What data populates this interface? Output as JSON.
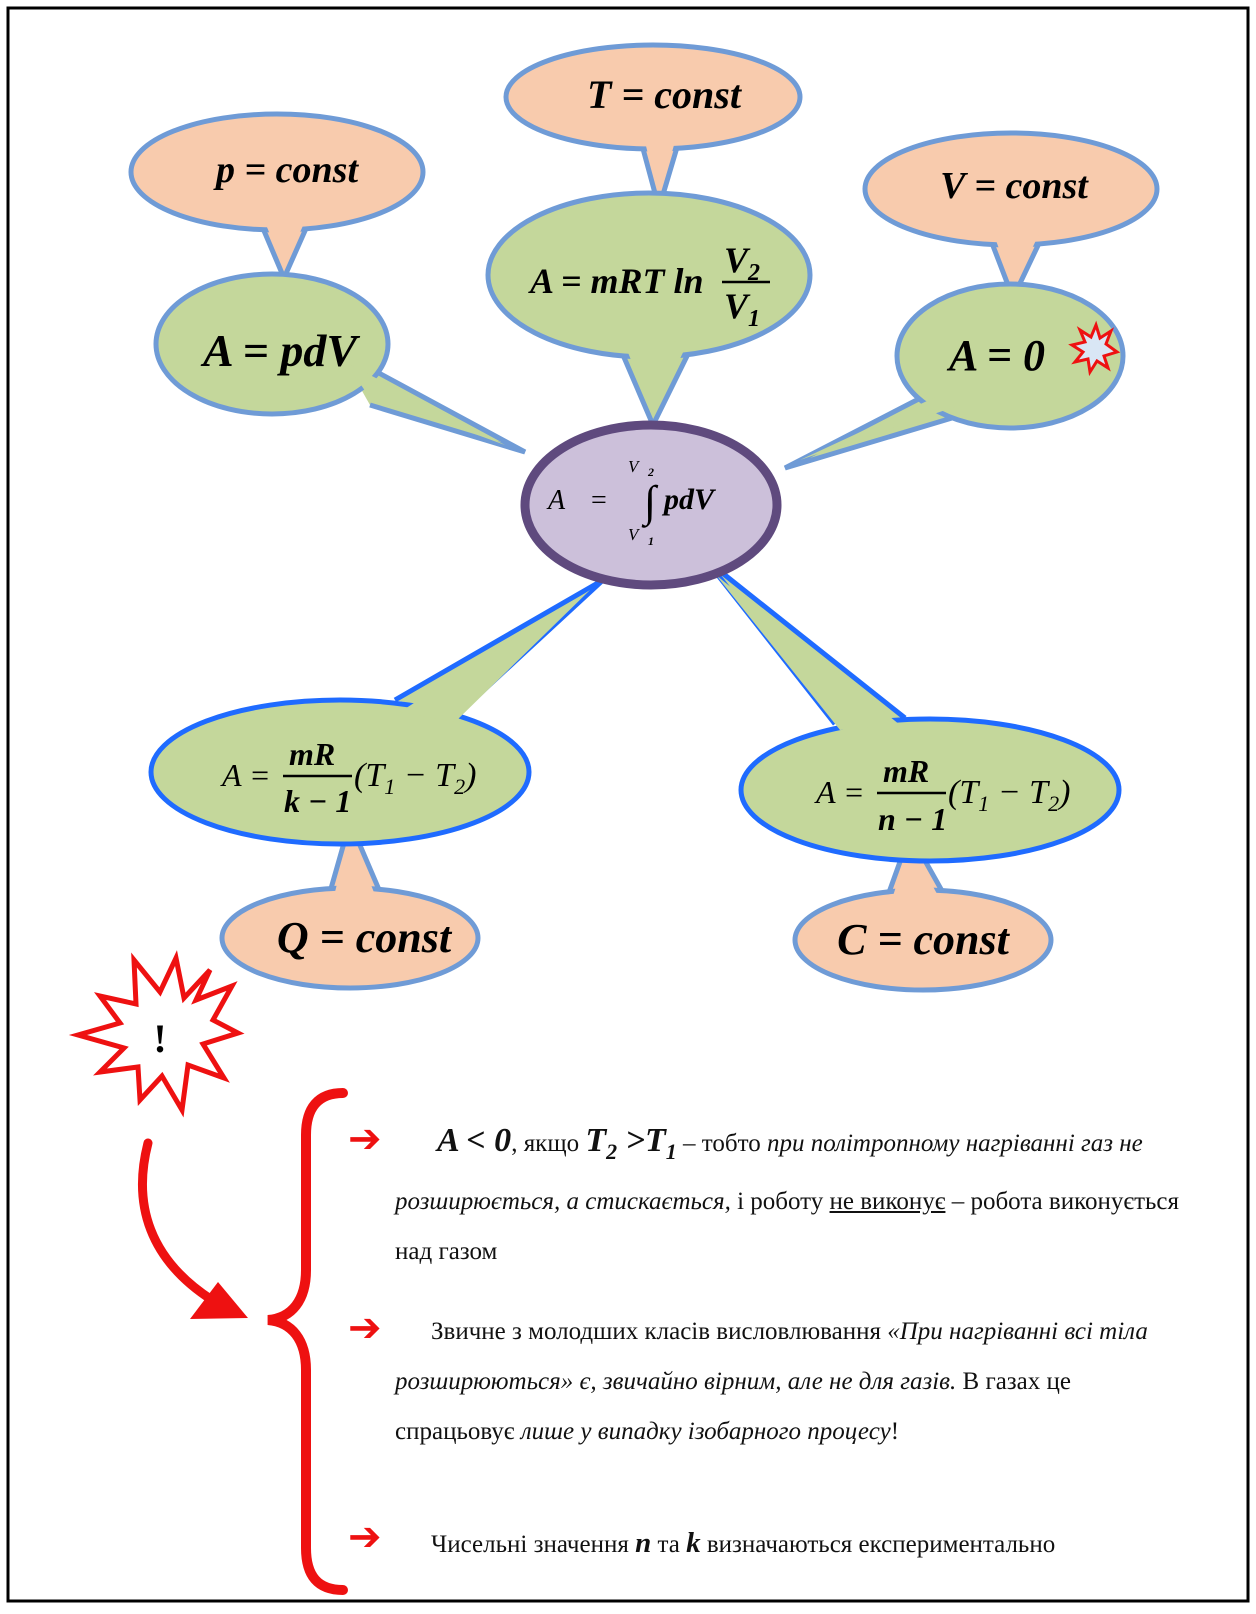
{
  "colors": {
    "peach": "#f8cbad",
    "green": "#c4d79b",
    "purple_fill": "#ccc0da",
    "purple_stroke": "#5f4a7e",
    "bubble_stroke": "#6f9bd6",
    "strong_blue": "#1f6bff",
    "red": "#ee1111"
  },
  "conditions": {
    "p": "p = const",
    "t": "T = const",
    "v": "V  = const",
    "q": "Q = const",
    "c": "C = const"
  },
  "formulas": {
    "isobaric": "A = pdV",
    "isothermal_left": "A = mRT ln",
    "isothermal_num": "V",
    "isothermal_num_sub": "2",
    "isothermal_den": "V",
    "isothermal_den_sub": "1",
    "isochoric": "A = 0",
    "center_lhs": "A",
    "center_eq": "=",
    "center_upper": "V",
    "center_upper_sub": "2",
    "center_lower": "V",
    "center_lower_sub": "1",
    "center_int": "∫",
    "center_body": "pdV",
    "adiabatic_lhs": "A =",
    "adiabatic_num": "mR",
    "adiabatic_den": "k − 1",
    "adiabatic_rhs": "(T",
    "adiabatic_rhs_sub1": "1",
    "adiabatic_rhs_mid": " − T",
    "adiabatic_rhs_sub2": "2",
    "adiabatic_rhs_end": ")",
    "polytropic_lhs": "A =",
    "polytropic_num": "mR",
    "polytropic_den": "n − 1",
    "polytropic_rhs": "(T",
    "polytropic_rhs_sub1": "1",
    "polytropic_rhs_mid": " − T",
    "polytropic_rhs_sub2": "2",
    "polytropic_rhs_end": ")"
  },
  "alert_mark": "!",
  "arrow_glyph": "➔",
  "notes": {
    "n1": {
      "a": "A < 0",
      "comma": ",",
      "if": " якщо ",
      "t2": "T",
      "t2sub": "2",
      "gt": " >",
      "t1": "T",
      "t1sub": "1",
      "dash": " – тобто ",
      "i1": "при політропному нагріванні газ не розширюється, а стискається,",
      "t3": " і роботу ",
      "u": "не виконує",
      "t4": " – робота виконується над газом"
    },
    "n2": {
      "t1": "Звичне з молодших класів висловлювання ",
      "i1": "«При нагріванні всі тіла розширюються» є, звичайно вірним, але не для газів.",
      "t2": " В газах це спрацьовує ",
      "i2": "лише у випадку ізобарного процесу",
      "t3": "!"
    },
    "n3": {
      "t1": "Чисельні значення ",
      "n": "n",
      "t2": " та ",
      "k": "k",
      "t3": " визначаються експериментально"
    }
  }
}
